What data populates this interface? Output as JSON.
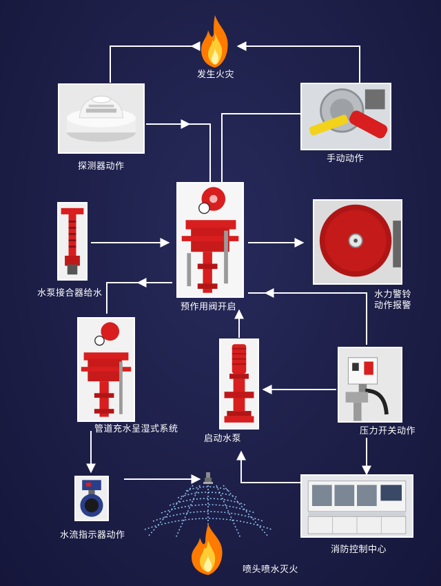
{
  "nodes": {
    "fire_top": "发生火灾",
    "detector": "探测器动作",
    "manual": "手动动作",
    "pump_connector": "水泵接合器给水",
    "preaction_valve": "预作用阀开启",
    "water_bell_line1": "水力警铃",
    "water_bell_line2": "动作报警",
    "pipe_fill": "管道充水呈湿式系统",
    "start_pump": "启动水泵",
    "pressure_switch": "压力开关动作",
    "flow_indicator": "水流指示器动作",
    "control_center": "消防控制中心",
    "sprinkler": "喷头喷水灭火"
  },
  "colors": {
    "background": "#1d1f48",
    "flow_line": "#ffffff",
    "equipment_red": "#d81e1e",
    "flame_orange": "#ff8a00"
  }
}
